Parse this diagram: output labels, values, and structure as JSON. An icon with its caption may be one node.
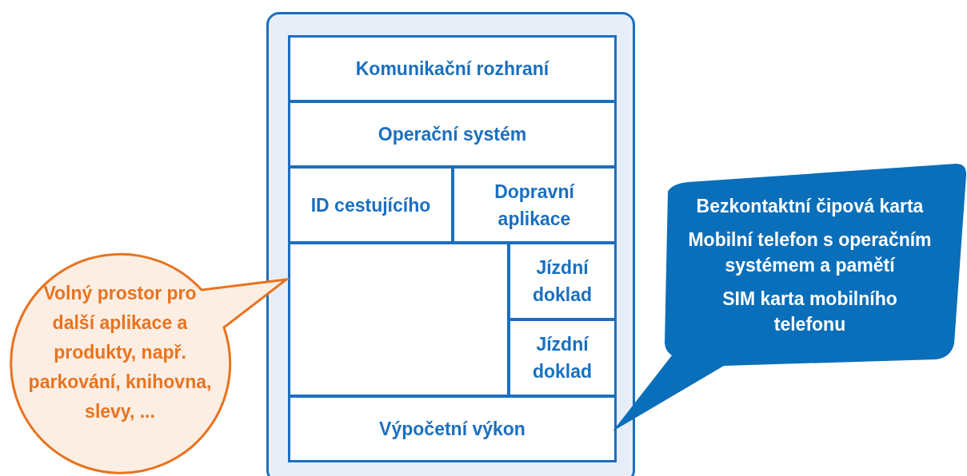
{
  "diagram": {
    "nodes": [
      {
        "text": [],
        "shape": "box"
      },
      {
        "text": [
          "Komunikační rozhraní"
        ],
        "in": 0
      },
      {
        "text": [
          "Operační systém"
        ],
        "in": 0
      },
      {
        "text": [
          "ID cestujícího"
        ],
        "in": 0
      },
      {
        "text": [
          "Dopravní aplikace"
        ],
        "in": 0
      },
      {
        "text": [],
        "shape": "box",
        "in": 0
      },
      {
        "text": [
          "Jízdní doklad"
        ],
        "in": 0
      },
      {
        "text": [
          "Jízdní doklad"
        ],
        "in": 0
      },
      {
        "text": [
          "Výpočetní výkon"
        ],
        "in": 0
      },
      {
        "text": [
          "Volný prostor pro další aplikace a produkty, např. parkování, knihovna, slevy, ..."
        ]
      },
      {
        "text": [
          "Bezkontaktní čipová karta",
          "Mobilní telefon s operačním systémem a pamětí",
          "SIM karta mobilního telefonu"
        ]
      }
    ]
  }
}
